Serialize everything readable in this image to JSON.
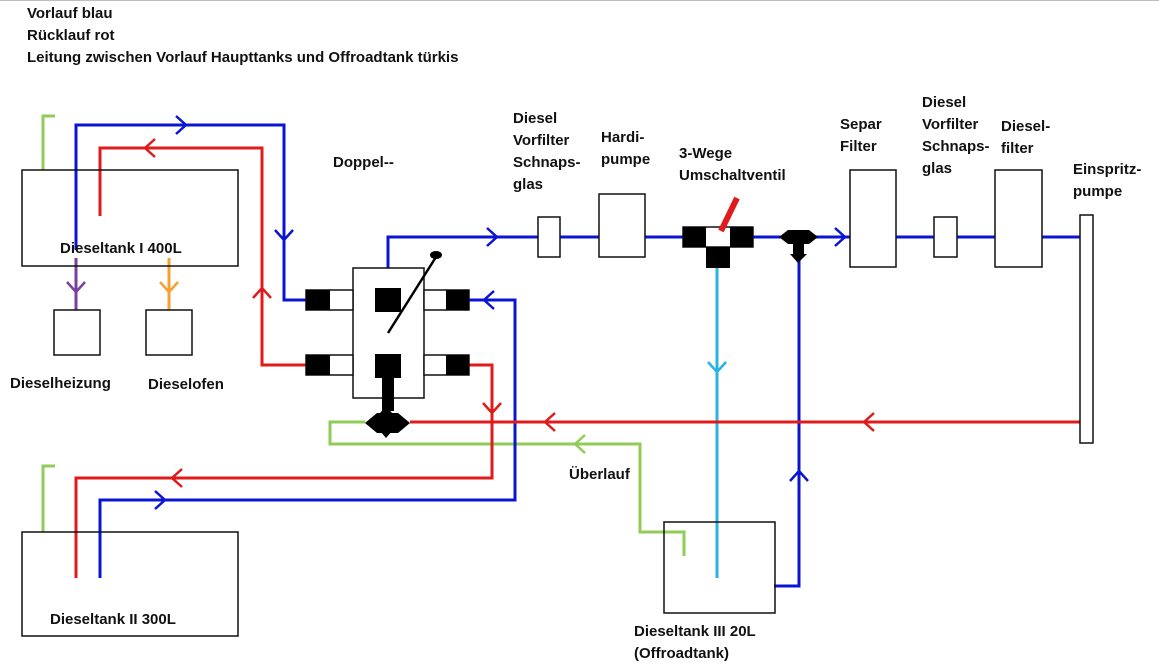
{
  "legend": {
    "line1": "Vorlauf blau",
    "line2": "Rücklauf rot",
    "line3": "Leitung zwischen Vorlauf Haupttanks und Offroadtank türkis"
  },
  "colors": {
    "vorlauf": "#0a14d2",
    "ruecklauf": "#e01b1b",
    "offroad": "#29b2e3",
    "overflow": "#92cc58",
    "heater": "#7b3f9e",
    "oven": "#f7a031",
    "valve": "#000000"
  },
  "labels": {
    "tank1": "Dieseltank I 400L",
    "tank2": "Dieseltank II 300L",
    "tank3_line1": "Dieseltank III 20L",
    "tank3_line2": "(Offroadtank)",
    "heater": "Dieselheizung",
    "oven": "Dieselofen",
    "doppel": "Doppel--",
    "prefilter1": [
      "Diesel",
      "Vorfilter",
      "Schnaps-",
      "glas"
    ],
    "hardipump": [
      "Hardi-",
      "pumpe"
    ],
    "threeway": [
      "3-Wege",
      "Umschaltventil"
    ],
    "separ": [
      "Separ",
      "Filter"
    ],
    "prefilter2": [
      "Diesel",
      "Vorfilter",
      "Schnaps-",
      "glas"
    ],
    "dieselfilter": [
      "Diesel-",
      "filter"
    ],
    "injection": [
      "Einspritz-",
      "pumpe"
    ],
    "overflow": "Überlauf"
  }
}
